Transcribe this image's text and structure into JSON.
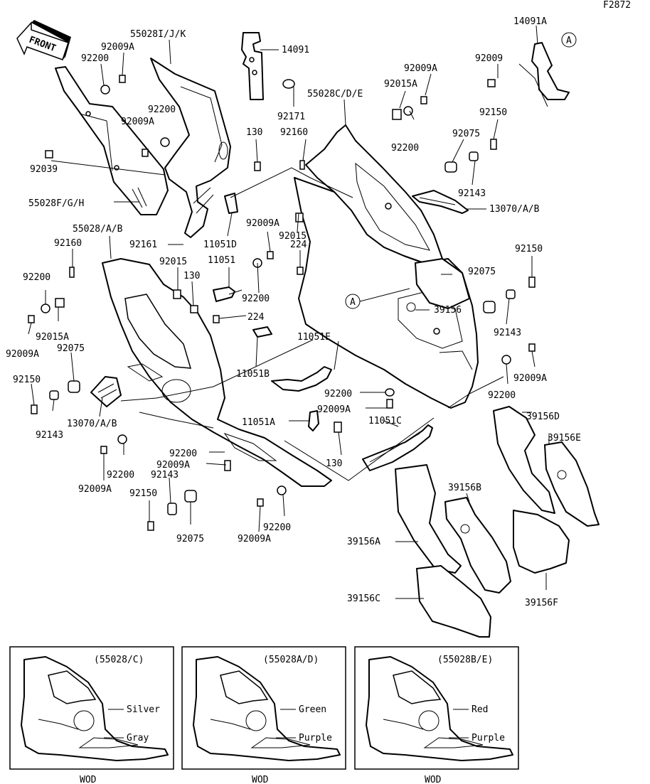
{
  "figure_code": "F2872",
  "front_label": "FRONT",
  "ref_marker": "A",
  "parts": {
    "p55028ijk": "55028I/J/K",
    "p92009a_1": "92009A",
    "p92200_1": "92200",
    "p14091": "14091",
    "p14091a": "14091A",
    "p92009_1": "92009",
    "p92200_2": "92200",
    "p92009a_2": "92009A",
    "p92171": "92171",
    "p55028cde": "55028C/D/E",
    "p92015a_1": "92015A",
    "p92009a_3": "92009A",
    "p92150_1": "92150",
    "p130_1": "130",
    "p92160_1": "92160",
    "p92200_3": "92200",
    "p92075_1": "92075",
    "p92039": "92039",
    "p55028fgh": "55028F/G/H",
    "p92143_1": "92143",
    "p13070ab_1": "13070/A/B",
    "p92009a_4": "92009A",
    "p92015_1": "92015",
    "p55028ab": "55028/A/B",
    "p92161": "92161",
    "p11051d": "11051D",
    "p224_1": "224",
    "p92150_2": "92150",
    "p92160_2": "92160",
    "p92015_2": "92015",
    "p11051": "11051",
    "p92075_2": "92075",
    "p92200_4": "92200",
    "p130_2": "130",
    "p92200_5": "92200",
    "p39156": "39156",
    "p224_2": "224",
    "p92015a_2": "92015A",
    "p92143_2": "92143",
    "p92009a_5": "92009A",
    "p11051e": "11051E",
    "p92075_3": "92075",
    "p92009a_6": "92009A",
    "p11051b": "11051B",
    "p92150_3": "92150",
    "p92200_6": "92200",
    "p92200_7": "92200",
    "p92143_3": "92143",
    "p92009a_7": "92009A",
    "p13070ab_2": "13070/A/B",
    "p39156d": "39156D",
    "p11051a": "11051A",
    "p11051c": "11051C",
    "p39156e": "39156E",
    "p92200_8": "92200",
    "p92200_9": "92200",
    "p92009a_8": "92009A",
    "p130_3": "130",
    "p92009a_9": "92009A",
    "p92143_4": "92143",
    "p39156b": "39156B",
    "p92150_4": "92150",
    "p92200_10": "92200",
    "p92075_4": "92075",
    "p92009a_10": "92009A",
    "p39156a": "39156A",
    "p39156f": "39156F",
    "p39156c": "39156C"
  },
  "variants": [
    {
      "code": "(55028/C)",
      "upper_color": "Silver",
      "lower_color": "Gray",
      "label": "WOD"
    },
    {
      "code": "(55028A/D)",
      "upper_color": "Green",
      "lower_color": "Purple",
      "label": "WOD"
    },
    {
      "code": "(55028B/E)",
      "upper_color": "Red",
      "lower_color": "Purple",
      "label": "WOD"
    }
  ]
}
